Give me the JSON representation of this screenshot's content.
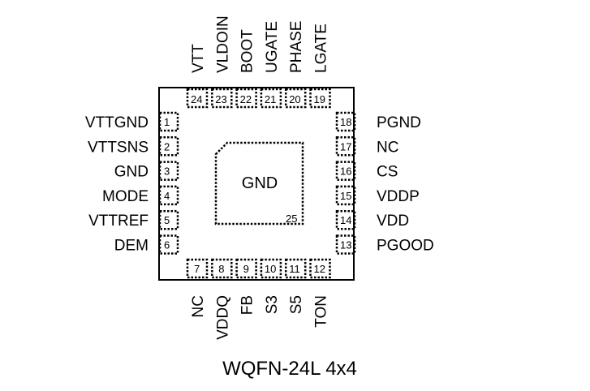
{
  "package_name": "WQFN-24L 4x4",
  "center_pad": {
    "label": "GND",
    "pin": "25"
  },
  "pins_left": [
    {
      "num": "1",
      "name": "VTTGND"
    },
    {
      "num": "2",
      "name": "VTTSNS"
    },
    {
      "num": "3",
      "name": "GND"
    },
    {
      "num": "4",
      "name": "MODE"
    },
    {
      "num": "5",
      "name": "VTTREF"
    },
    {
      "num": "6",
      "name": "DEM"
    }
  ],
  "pins_bottom": [
    {
      "num": "7",
      "name": "NC"
    },
    {
      "num": "8",
      "name": "VDDQ"
    },
    {
      "num": "9",
      "name": "FB"
    },
    {
      "num": "10",
      "name": "S3"
    },
    {
      "num": "11",
      "name": "S5"
    },
    {
      "num": "12",
      "name": "TON"
    }
  ],
  "pins_right": [
    {
      "num": "18",
      "name": "PGND"
    },
    {
      "num": "17",
      "name": "NC"
    },
    {
      "num": "16",
      "name": "CS"
    },
    {
      "num": "15",
      "name": "VDDP"
    },
    {
      "num": "14",
      "name": "VDD"
    },
    {
      "num": "13",
      "name": "PGOOD"
    }
  ],
  "pins_top": [
    {
      "num": "24",
      "name": "VTT"
    },
    {
      "num": "23",
      "name": "VLDOIN"
    },
    {
      "num": "22",
      "name": "BOOT"
    },
    {
      "num": "21",
      "name": "UGATE"
    },
    {
      "num": "20",
      "name": "PHASE"
    },
    {
      "num": "19",
      "name": "LGATE"
    }
  ]
}
